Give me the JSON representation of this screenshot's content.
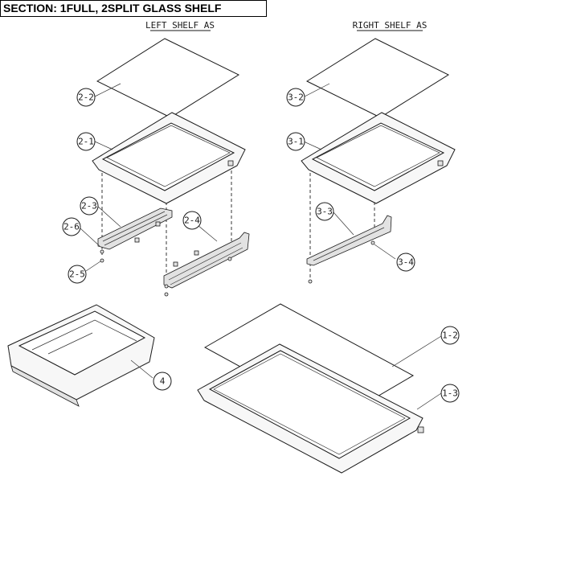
{
  "section_title": "SECTION: 1FULL, 2SPLIT GLASS SHELF",
  "headings": {
    "left": "LEFT SHELF AS",
    "right": "RIGHT SHELF AS"
  },
  "callouts": {
    "c2_2": "2-2",
    "c2_1": "2-1",
    "c2_3": "2-3",
    "c2_6": "2-6",
    "c2_4": "2-4",
    "c2_5": "2-5",
    "c3_2": "3-2",
    "c3_1": "3-1",
    "c3_3": "3-3",
    "c3_4": "3-4",
    "c4": "4",
    "c1_2": "1-2",
    "c1_3": "1-3"
  }
}
